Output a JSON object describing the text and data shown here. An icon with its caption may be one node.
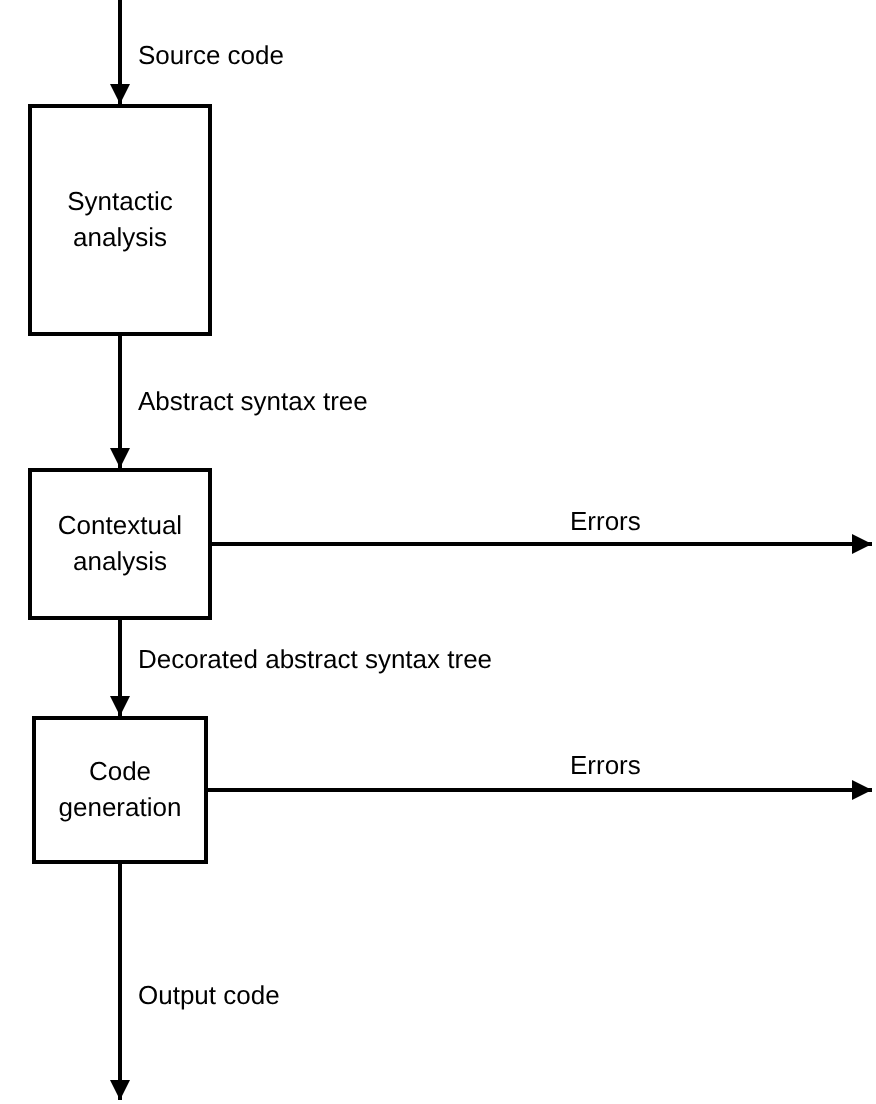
{
  "diagram": {
    "nodes": [
      {
        "text": [
          "Syntactic analysis"
        ]
      },
      {
        "text": [
          "Contextual analysis"
        ]
      },
      {
        "text": [
          "Code generation"
        ]
      }
    ],
    "edges": [
      {
        "from": null,
        "to": 0,
        "arrow": "to",
        "label": "Source code"
      },
      {
        "from": 0,
        "to": 1,
        "arrow": "to",
        "label": "Abstract syntax tree"
      },
      {
        "from": 1,
        "to": null,
        "arrow": "to",
        "label": "Errors"
      },
      {
        "from": 1,
        "to": 2,
        "arrow": "to",
        "label": "Decorated abstract syntax tree"
      },
      {
        "from": 2,
        "to": null,
        "arrow": "to",
        "label": "Errors"
      },
      {
        "from": 2,
        "to": null,
        "arrow": "to",
        "label": "Output code"
      }
    ]
  }
}
